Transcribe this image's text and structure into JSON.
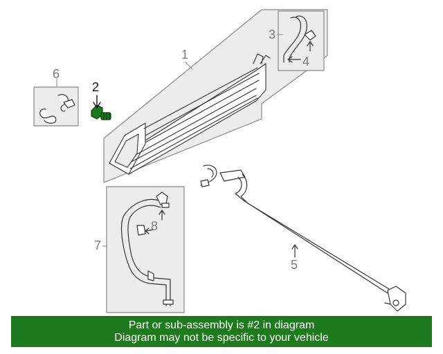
{
  "callouts": {
    "c1": "1",
    "c2": "2",
    "c3": "3",
    "c4": "4",
    "c5": "5",
    "c6": "6",
    "c7": "7",
    "c8": "8"
  },
  "highlighted_part": "2",
  "highlight_color": "#1a7a1a",
  "banner": {
    "line1": "Part or sub-assembly is #2 in diagram",
    "line2": "Diagram may not be specific to your vehicle",
    "background": "#1d7a1d"
  }
}
